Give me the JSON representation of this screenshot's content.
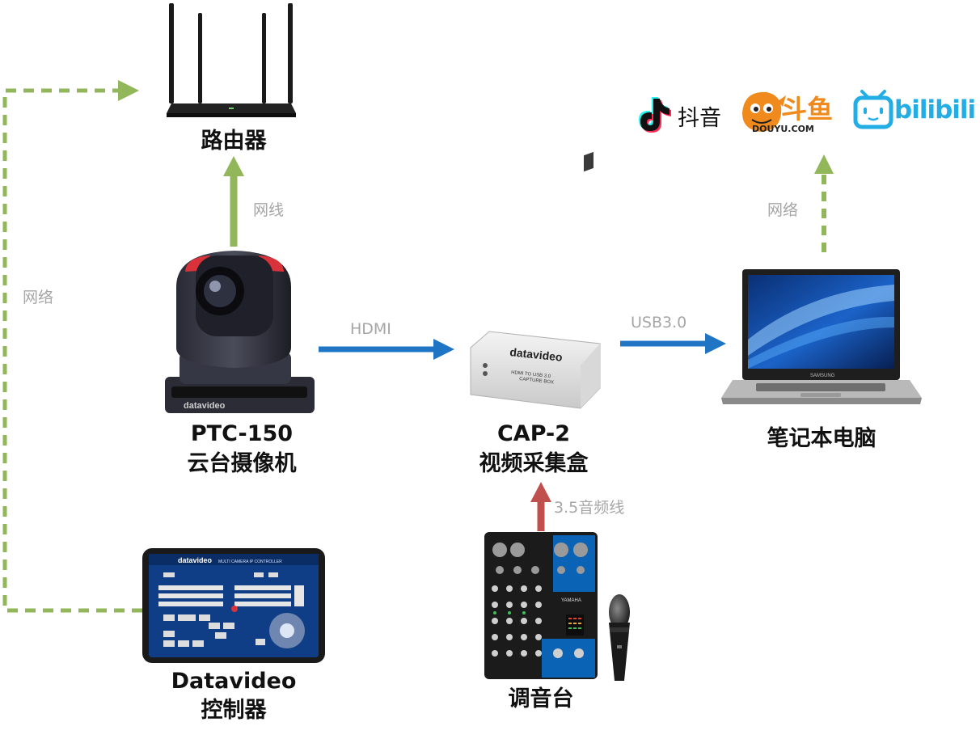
{
  "nodes": {
    "router": {
      "label": "路由器"
    },
    "camera": {
      "model": "PTC-150",
      "label": "云台摄像机",
      "brand": "datavideo"
    },
    "capture": {
      "model": "CAP-2",
      "label": "视频采集盒",
      "brand": "datavideo",
      "device_text": "HDMI TO USB 3.0",
      "device_text2": "CAPTURE BOX"
    },
    "laptop": {
      "label": "笔记本电脑",
      "brand": "SAMSUNG"
    },
    "controller": {
      "name": "Datavideo",
      "label": "控制器",
      "brand": "datavideo",
      "screen_title": "MULTI CAMERA IP CONTROLLER"
    },
    "mixer": {
      "label": "调音台",
      "brand": "YAMAHA"
    }
  },
  "connections": {
    "camera_router": {
      "label": "网线",
      "color": "#92b65a"
    },
    "controller_router": {
      "label": "网络",
      "color": "#92b65a"
    },
    "camera_capture": {
      "label": "HDMI",
      "color": "#1f74c4"
    },
    "capture_laptop": {
      "label": "USB3.0",
      "color": "#1f74c4"
    },
    "laptop_platforms": {
      "label": "网络",
      "color": "#92b65a"
    },
    "mixer_capture": {
      "label": "3.5音频线",
      "color": "#c0504d"
    }
  },
  "platforms": {
    "douyin": {
      "label": "抖音"
    },
    "douyu": {
      "label": "斗鱼",
      "sub": "DOUYU.COM"
    },
    "bilibili": {
      "label": "bilibili"
    }
  }
}
